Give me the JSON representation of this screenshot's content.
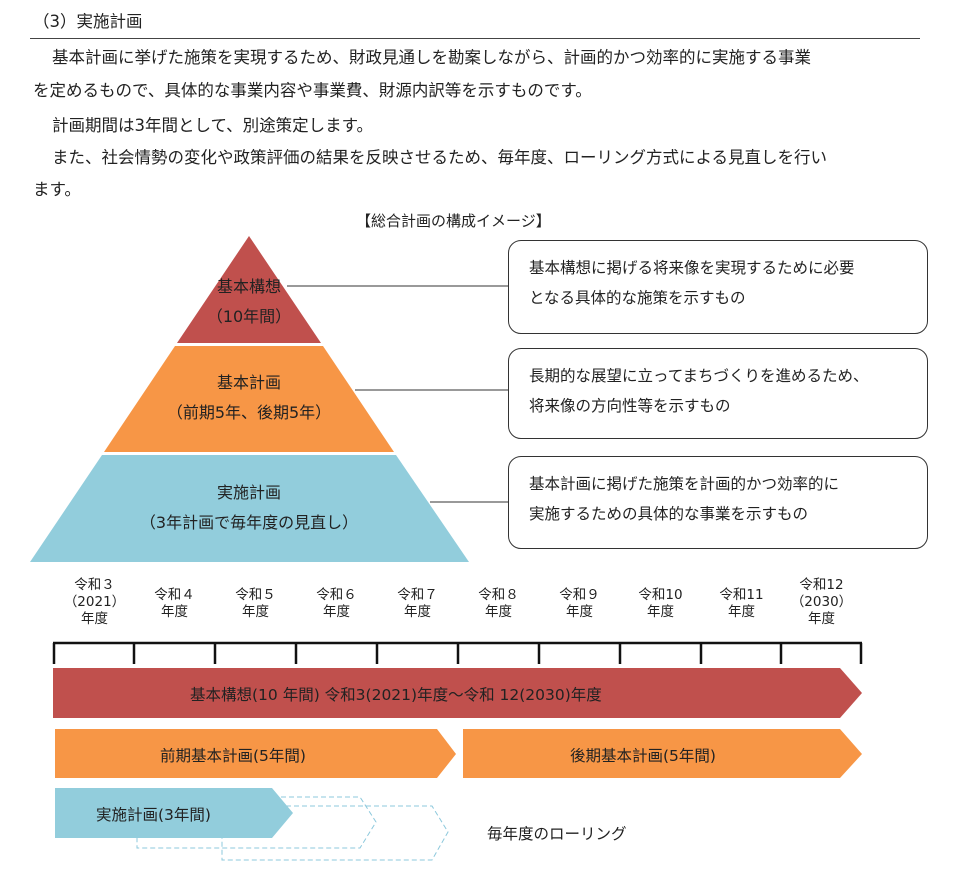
{
  "section": {
    "heading": "（3）実施計画",
    "paragraphs": [
      "基本計画に挙げた施策を実現するため、財政見通しを勘案しながら、計画的かつ効率的に実施する事業",
      "を定めるもので、具体的な事業内容や事業費、財源内訳等を示すものです。",
      "計画期間は3年間として、別途策定します。",
      "また、社会情勢の変化や政策評価の結果を反映させるため、毎年度、ローリング方式による見直しを行い",
      "ます。"
    ]
  },
  "diagram": {
    "caption": "【総合計画の構成イメージ】",
    "pyramid": [
      {
        "title": "基本構想",
        "sub": "（10年間）",
        "desc": [
          "基本構想に掲げる将来像を実現するために必要",
          "となる具体的な施策を示すもの"
        ],
        "color": "#c0504d"
      },
      {
        "title": "基本計画",
        "sub": "（前期5年、後期5年）",
        "desc": [
          "長期的な展望に立ってまちづくりを進めるため、",
          "将来像の方向性等を示すもの"
        ],
        "color": "#f79646"
      },
      {
        "title": "実施計画",
        "sub": "（3年計画で毎年度の見直し）",
        "desc": [
          "基本計画に掲げた施策を計画的かつ効率的に",
          "実施するための具体的な事業を示すもの"
        ],
        "color": "#92cddc"
      }
    ],
    "years": [
      [
        "令和３",
        "（2021）",
        "年度"
      ],
      [
        "令和４",
        "年度"
      ],
      [
        "令和５",
        "年度"
      ],
      [
        "令和６",
        "年度"
      ],
      [
        "令和７",
        "年度"
      ],
      [
        "令和８",
        "年度"
      ],
      [
        "令和９",
        "年度"
      ],
      [
        "令和10",
        "年度"
      ],
      [
        "令和11",
        "年度"
      ],
      [
        "令和12",
        "（2030）",
        "年度"
      ]
    ],
    "bars": {
      "vision": "基本構想(10 年間)  令和3(2021)年度～令和 12(2030)年度",
      "first": "前期基本計画(5年間)",
      "second": "後期基本計画(5年間)",
      "impl": "実施計画(3年間)",
      "rolling": "毎年度のローリング"
    }
  }
}
